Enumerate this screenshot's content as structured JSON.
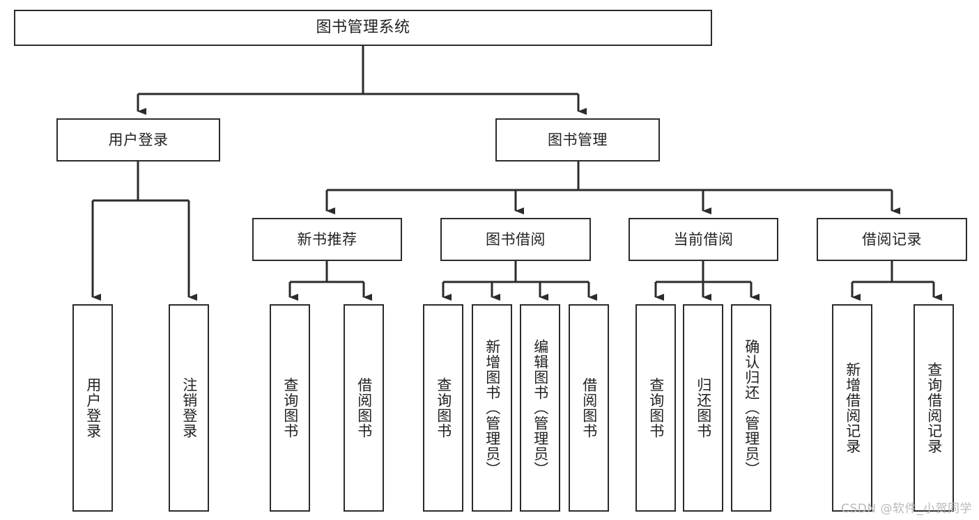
{
  "diagram": {
    "type": "tree",
    "title": "图书管理系统",
    "watermark": "CSDN @软件_小贺同学",
    "colors": {
      "box_border": "#2b2b2b",
      "box_fill": "#ffffff",
      "connector": "#2b2b2b",
      "text": "#222222",
      "watermark": "#b9b9b9",
      "background": "#ffffff"
    },
    "root": {
      "label": "图书管理系统"
    },
    "branches": [
      {
        "label": "用户登录"
      },
      {
        "label": "图书管理"
      }
    ],
    "groups": [
      {
        "label": "新书推荐"
      },
      {
        "label": "图书借阅"
      },
      {
        "label": "当前借阅"
      },
      {
        "label": "借阅记录"
      }
    ],
    "leaves": {
      "user_login": [
        {
          "label": "用户登录"
        },
        {
          "label": "注销登录"
        }
      ],
      "new_book": [
        {
          "label": "查询图书"
        },
        {
          "label": "借阅图书"
        }
      ],
      "book_borrow": [
        {
          "label": "查询图书"
        },
        {
          "label": "新增图书（管理员）"
        },
        {
          "label": "编辑图书（管理员）"
        },
        {
          "label": "借阅图书"
        }
      ],
      "current_borrow": [
        {
          "label": "查询图书"
        },
        {
          "label": "归还图书"
        },
        {
          "label": "确认归还（管理员）"
        }
      ],
      "borrow_record": [
        {
          "label": "新增借阅记录"
        },
        {
          "label": "查询借阅记录"
        }
      ]
    }
  }
}
